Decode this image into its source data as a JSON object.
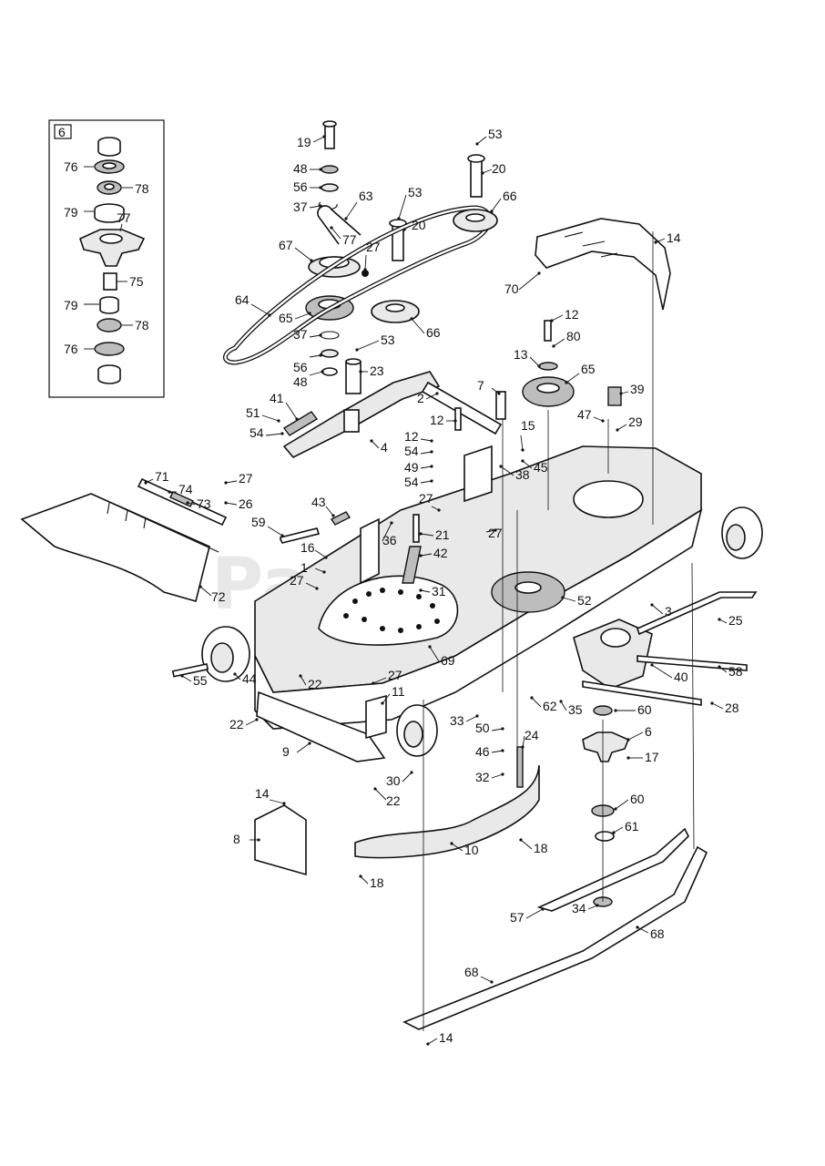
{
  "diagram": {
    "watermark": "PartsTree",
    "inset": {
      "tag": "6",
      "callouts": [
        "76",
        "78",
        "79",
        "77",
        "75",
        "79",
        "78",
        "76"
      ]
    },
    "callouts": [
      {
        "id": "c19",
        "text": "19"
      },
      {
        "id": "c53a",
        "text": "53"
      },
      {
        "id": "c48a",
        "text": "48"
      },
      {
        "id": "c20a",
        "text": "20"
      },
      {
        "id": "c56a",
        "text": "56"
      },
      {
        "id": "c53b",
        "text": "53"
      },
      {
        "id": "c66a",
        "text": "66"
      },
      {
        "id": "c37a",
        "text": "37"
      },
      {
        "id": "c63",
        "text": "63"
      },
      {
        "id": "c77",
        "text": "77"
      },
      {
        "id": "c20b",
        "text": "20"
      },
      {
        "id": "c67",
        "text": "67"
      },
      {
        "id": "c27a",
        "text": "27"
      },
      {
        "id": "c14a",
        "text": "14"
      },
      {
        "id": "c70",
        "text": "70"
      },
      {
        "id": "c64",
        "text": "64"
      },
      {
        "id": "c65a",
        "text": "65"
      },
      {
        "id": "c66b",
        "text": "66"
      },
      {
        "id": "c37b",
        "text": "37"
      },
      {
        "id": "c53c",
        "text": "53"
      },
      {
        "id": "c12a",
        "text": "12"
      },
      {
        "id": "c80",
        "text": "80"
      },
      {
        "id": "c56b",
        "text": "56"
      },
      {
        "id": "c13",
        "text": "13"
      },
      {
        "id": "c65b",
        "text": "65"
      },
      {
        "id": "c48b",
        "text": "48"
      },
      {
        "id": "c23",
        "text": "23"
      },
      {
        "id": "c2",
        "text": "2"
      },
      {
        "id": "c7",
        "text": "7"
      },
      {
        "id": "c39",
        "text": "39"
      },
      {
        "id": "c41",
        "text": "41"
      },
      {
        "id": "c12b",
        "text": "12"
      },
      {
        "id": "c47",
        "text": "47"
      },
      {
        "id": "c29",
        "text": "29"
      },
      {
        "id": "c51",
        "text": "51"
      },
      {
        "id": "c54a",
        "text": "54"
      },
      {
        "id": "c4",
        "text": "4"
      },
      {
        "id": "c15",
        "text": "15"
      },
      {
        "id": "c12c",
        "text": "12"
      },
      {
        "id": "c54b",
        "text": "54"
      },
      {
        "id": "c45",
        "text": "45"
      },
      {
        "id": "c49",
        "text": "49"
      },
      {
        "id": "c38",
        "text": "38"
      },
      {
        "id": "c71",
        "text": "71"
      },
      {
        "id": "c74",
        "text": "74"
      },
      {
        "id": "c54c",
        "text": "54"
      },
      {
        "id": "c27b",
        "text": "27"
      },
      {
        "id": "c73",
        "text": "73"
      },
      {
        "id": "c26",
        "text": "26"
      },
      {
        "id": "c43",
        "text": "43"
      },
      {
        "id": "c27c",
        "text": "27"
      },
      {
        "id": "c59",
        "text": "59"
      },
      {
        "id": "c36",
        "text": "36"
      },
      {
        "id": "c21",
        "text": "21"
      },
      {
        "id": "c27d",
        "text": "27"
      },
      {
        "id": "c16",
        "text": "16"
      },
      {
        "id": "c42",
        "text": "42"
      },
      {
        "id": "c1",
        "text": "1"
      },
      {
        "id": "c27e",
        "text": "27"
      },
      {
        "id": "c31",
        "text": "31"
      },
      {
        "id": "c52",
        "text": "52"
      },
      {
        "id": "c72",
        "text": "72"
      },
      {
        "id": "c3",
        "text": "3"
      },
      {
        "id": "c25",
        "text": "25"
      },
      {
        "id": "c69",
        "text": "69"
      },
      {
        "id": "c55",
        "text": "55"
      },
      {
        "id": "c44",
        "text": "44"
      },
      {
        "id": "c22a",
        "text": "22"
      },
      {
        "id": "c27f",
        "text": "27"
      },
      {
        "id": "c58",
        "text": "58"
      },
      {
        "id": "c40",
        "text": "40"
      },
      {
        "id": "c11",
        "text": "11"
      },
      {
        "id": "c62",
        "text": "62"
      },
      {
        "id": "c35",
        "text": "35"
      },
      {
        "id": "c60a",
        "text": "60"
      },
      {
        "id": "c28",
        "text": "28"
      },
      {
        "id": "c22b",
        "text": "22"
      },
      {
        "id": "c33",
        "text": "33"
      },
      {
        "id": "c50",
        "text": "50"
      },
      {
        "id": "c24",
        "text": "24"
      },
      {
        "id": "c6",
        "text": "6"
      },
      {
        "id": "c9",
        "text": "9"
      },
      {
        "id": "c46",
        "text": "46"
      },
      {
        "id": "c17",
        "text": "17"
      },
      {
        "id": "c32",
        "text": "32"
      },
      {
        "id": "c30",
        "text": "30"
      },
      {
        "id": "c22c",
        "text": "22"
      },
      {
        "id": "c14b",
        "text": "14"
      },
      {
        "id": "c60b",
        "text": "60"
      },
      {
        "id": "c8",
        "text": "8"
      },
      {
        "id": "c61",
        "text": "61"
      },
      {
        "id": "c10",
        "text": "10"
      },
      {
        "id": "c18a",
        "text": "18"
      },
      {
        "id": "c18b",
        "text": "18"
      },
      {
        "id": "c57",
        "text": "57"
      },
      {
        "id": "c34",
        "text": "34"
      },
      {
        "id": "c68a",
        "text": "68"
      },
      {
        "id": "c68b",
        "text": "68"
      },
      {
        "id": "c14c",
        "text": "14"
      }
    ]
  }
}
